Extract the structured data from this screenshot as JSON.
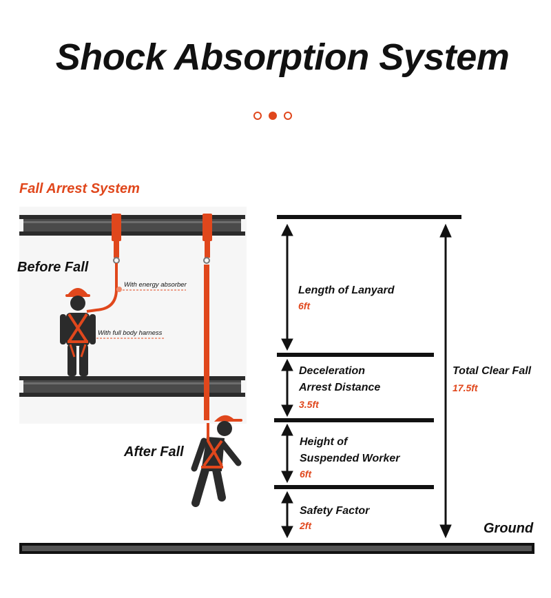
{
  "title": "Shock Absorption System",
  "carousel": {
    "dot_count": 3,
    "active_index": 1
  },
  "colors": {
    "accent": "#e0471c",
    "dark": "#2b2b2b",
    "beam": "#333333"
  },
  "section_label": "Fall Arrest System",
  "labels": {
    "before_fall": "Before Fall",
    "after_fall": "After Fall",
    "energy_absorber": "With energy absorber",
    "full_body_harness": "With full body harness",
    "ground": "Ground"
  },
  "dimensions": {
    "lanyard": {
      "line1": "Length of Lanyard",
      "value": "6ft"
    },
    "deceleration": {
      "line1": "Deceleration",
      "line2": "Arrest Distance",
      "value": "3.5ft"
    },
    "suspended": {
      "line1": "Height of",
      "line2": "Suspended Worker",
      "value": "6ft"
    },
    "safety": {
      "line1": "Safety Factor",
      "value": "2ft"
    },
    "total": {
      "line1": "Total Clear Fall",
      "value": "17.5ft"
    }
  }
}
